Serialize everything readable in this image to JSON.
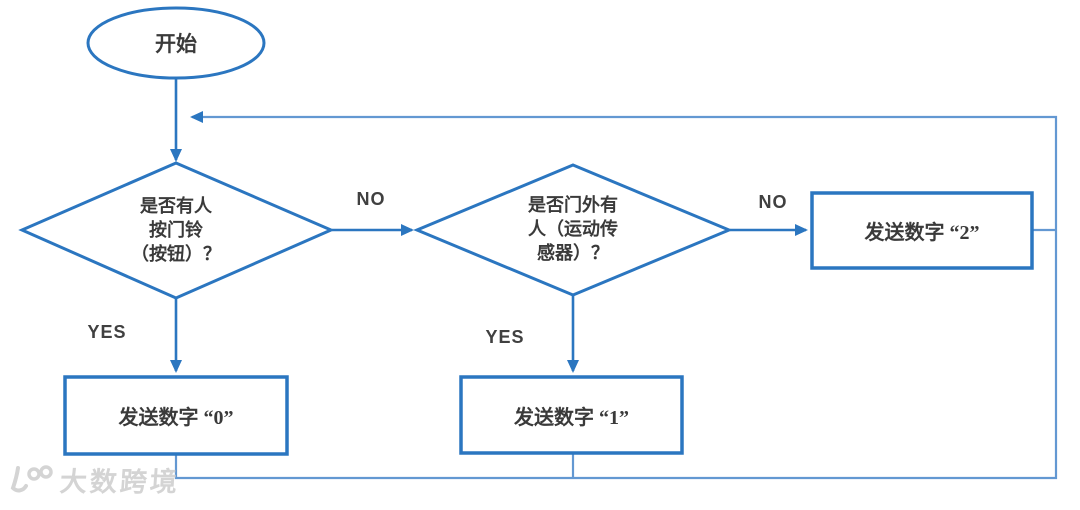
{
  "diagram": {
    "nodes": {
      "start": {
        "shape": "oval",
        "label": "开始"
      },
      "decision_doorbell": {
        "shape": "diamond",
        "label": "是否有人\n按门铃\n（按钮）？"
      },
      "decision_motion": {
        "shape": "diamond",
        "label": "是否门外有\n人（运动传\n感器）？"
      },
      "send_0": {
        "shape": "rect",
        "label": "发送数字 “0”"
      },
      "send_1": {
        "shape": "rect",
        "label": "发送数字 “1”"
      },
      "send_2": {
        "shape": "rect",
        "label": "发送数字 “2”"
      }
    },
    "edge_labels": {
      "doorbell_no": "NO",
      "doorbell_yes": "YES",
      "motion_no": "NO",
      "motion_yes": "YES"
    },
    "colors": {
      "shape_stroke": "#2b76c0",
      "return_line": "#6398d2",
      "node_text": "#3a3a3a",
      "edge_label_text": "#404040"
    },
    "watermark": {
      "text": "大数跨境"
    }
  }
}
